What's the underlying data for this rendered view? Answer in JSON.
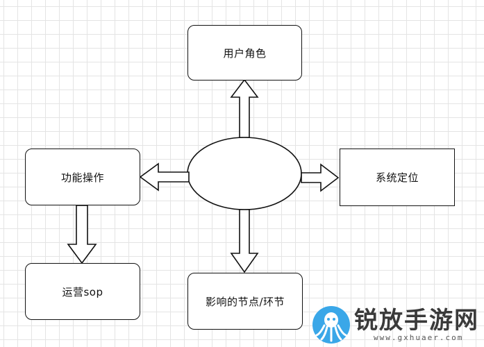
{
  "nodes": {
    "user_role": "用户角色",
    "feature_op": "功能操作",
    "system_position": "系统定位",
    "operations_sop": "运营sop",
    "impact_nodes": "影响的节点/环节"
  },
  "watermark": {
    "title": "锐放手游网",
    "url": "www.gxhuaer.com"
  },
  "colors": {
    "stroke": "#111111",
    "grid": "#e4e4e4",
    "logo_blue": "#3aa7e8"
  },
  "icons": [
    "octopus-logo-icon"
  ]
}
